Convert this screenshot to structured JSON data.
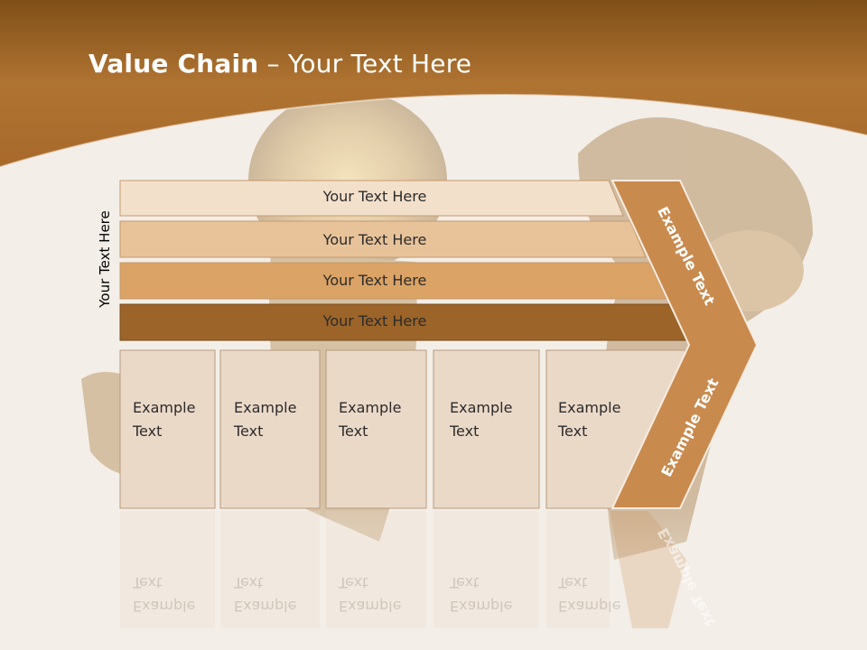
{
  "title": {
    "bold": "Value Chain",
    "rest": " – Your Text Here"
  },
  "side_label": "Your Text Here",
  "bars": [
    {
      "label": "Your Text Here",
      "color": "#f3e0cb"
    },
    {
      "label": "Your Text Here",
      "color": "#e8c39a"
    },
    {
      "label": "Your Text Here",
      "color": "#dba365"
    },
    {
      "label": "Your Text Here",
      "color": "#9c6428"
    }
  ],
  "boxes": [
    {
      "line1": "Example",
      "line2": "Text"
    },
    {
      "line1": "Example",
      "line2": "Text"
    },
    {
      "line1": "Example",
      "line2": "Text"
    },
    {
      "line1": "Example",
      "line2": "Text"
    },
    {
      "line1": "Example",
      "line2": "Text"
    }
  ],
  "arrow": {
    "top_label": "Example Text",
    "bottom_label": "Example Text",
    "color": "#c98a4e"
  },
  "colors": {
    "header": "#a8692a",
    "background": "#f3eee7",
    "box_fill": "#ebd9c8"
  }
}
